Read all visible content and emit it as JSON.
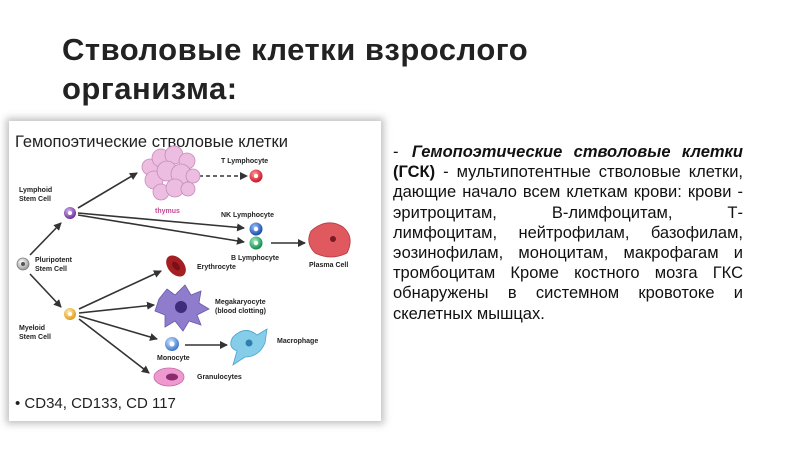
{
  "slide": {
    "title_line1": "Стволовые клетки взрослого",
    "title_line2": "организма:"
  },
  "figure": {
    "heading": "Гемопоэтические стволовые клетки",
    "markers": "• CD34, CD133, CD 117",
    "labels": {
      "lymphoid_line1": "Lymphoid",
      "lymphoid_line2": "Stem Cell",
      "pluripotent_line1": "Pluripotent",
      "pluripotent_line2": "Stem Cell",
      "myeloid_line1": "Myeloid",
      "myeloid_line2": "Stem Cell",
      "thymus": "thymus",
      "t_lymphocyte": "T Lymphocyte",
      "nk_lymphocyte": "NK Lymphocyte",
      "b_lymphocyte": "B Lymphocyte",
      "plasma_cell": "Plasma Cell",
      "erythrocyte": "Erythrocyte",
      "megakaryocyte_line1": "Megakaryocyte",
      "megakaryocyte_line2": "(blood clotting)",
      "monocyte": "Monocyte",
      "macrophage": "Macrophage",
      "granulocytes": "Granulocytes"
    },
    "colors": {
      "arrow": "#333333",
      "thymus": "#e9b8dc",
      "stem": "#cccccc",
      "lymphoid": "#7b3fa8",
      "myeloid": "#f0b233",
      "t_cell": "#e2232c",
      "nk_cell": "#1f5fbf",
      "b_cell": "#16a05a",
      "plasma": "#d9555a",
      "erythrocyte": "#9d1f1f",
      "megakaryocyte": "#8b78c8",
      "monocyte": "#3f7fd0",
      "macrophage": "#79c4e6",
      "granulocyte": "#e48ac6"
    }
  },
  "text": {
    "dash": "-",
    "lead": "Гемопоэтические стволовые клетки",
    "lead_abbr": "(ГСК)",
    "body": "- мультипотентные стволовые клетки, дающие начало всем клеткам крови: крови - эритроцитам, В-лимфоцитам, Т-лимфоцитам, нейтрофилам, базофилам, эозинофилам, моноцитам, макрофагам и тромбоцитам Кроме костного мозга ГКС обнаружены в системном кровотоке и скелетных мышцах."
  }
}
